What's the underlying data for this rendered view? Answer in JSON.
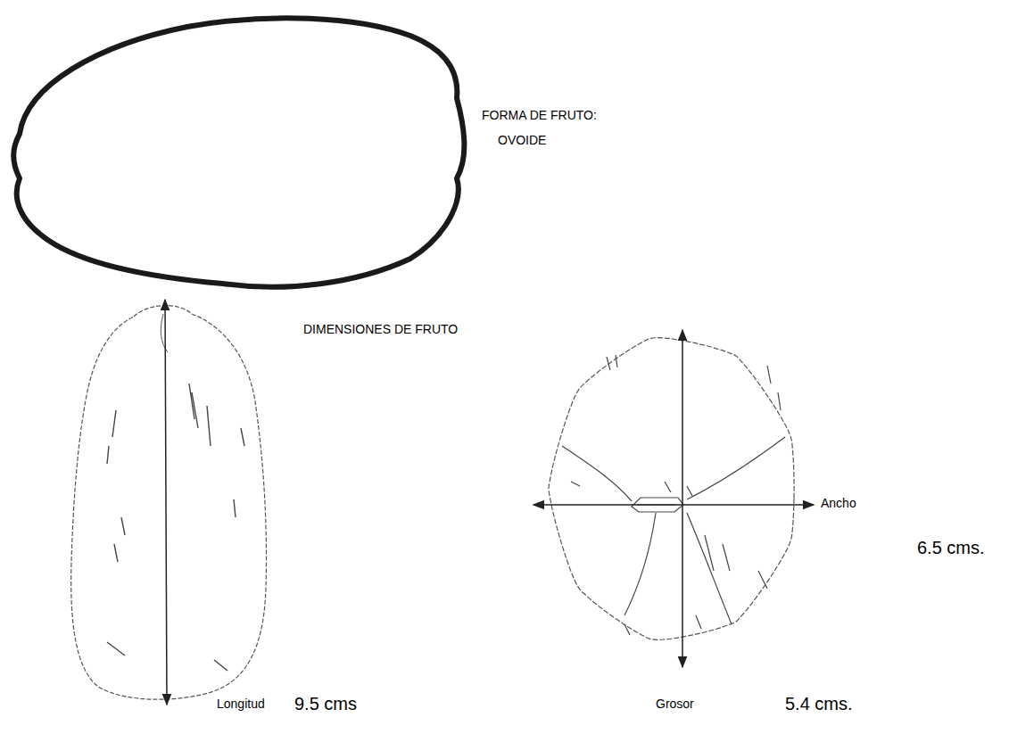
{
  "diagram": {
    "labels": [
      "FORMA DE FRUTO:",
      "OVOIDE",
      "DIMENSIONES DE FRUTO",
      "Longitud",
      "9.5 cms",
      "Ancho",
      "6.5 cms.",
      "Grosor",
      "5.4 cms."
    ]
  }
}
